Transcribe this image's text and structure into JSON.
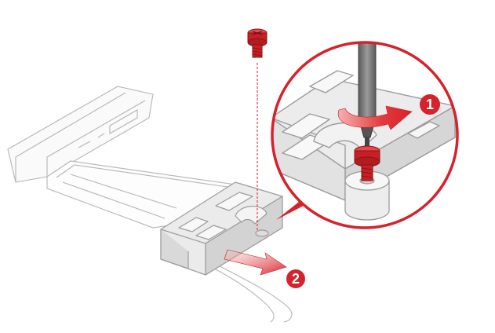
{
  "steps": [
    {
      "number": "1",
      "action": "unscrew-screw"
    },
    {
      "number": "2",
      "action": "slide-bracket-out"
    }
  ],
  "colors": {
    "accent": "#d7212b",
    "accent_light": "#ef6e6e",
    "screw": "#c62026",
    "screw_dark": "#8e1216",
    "outline": "#a9a9a9",
    "part_fill": "#ebebeb",
    "part_shadow": "#cfcfcf",
    "screwdriver": "#7f7f7f",
    "background": "#ffffff"
  },
  "icons": {
    "screw": "screw-icon",
    "screwdriver": "screwdriver-icon",
    "rotate_arrow": "rotate-arrow-icon",
    "slide_arrow": "slide-arrow-icon",
    "callout_pointer": "callout-pointer-icon"
  }
}
